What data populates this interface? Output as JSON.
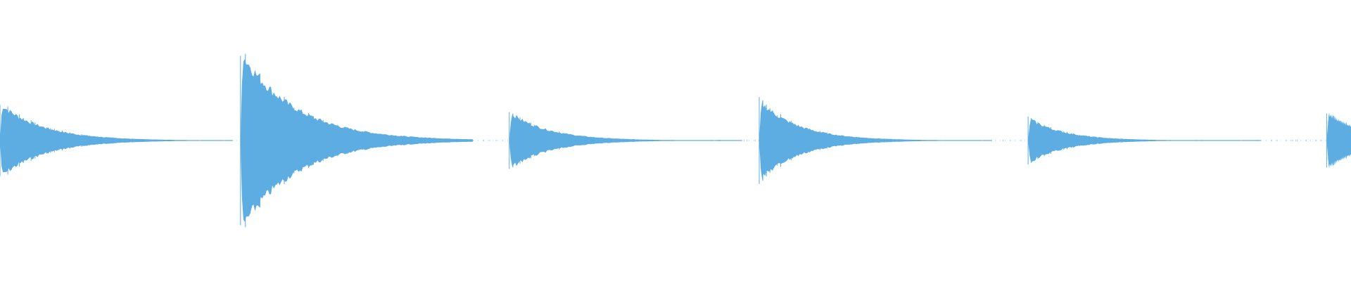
{
  "waveform": {
    "color": "#5dade2",
    "channels": 1,
    "hits": [
      {
        "time_ratio": 0.0,
        "peak": 0.26,
        "decay": 0.06
      },
      {
        "time_ratio": 0.178,
        "peak": 0.63,
        "decay": 0.075
      },
      {
        "time_ratio": 0.377,
        "peak": 0.2,
        "decay": 0.055
      },
      {
        "time_ratio": 0.562,
        "peak": 0.28,
        "decay": 0.055
      },
      {
        "time_ratio": 0.761,
        "peak": 0.16,
        "decay": 0.05
      },
      {
        "time_ratio": 0.982,
        "peak": 0.2,
        "decay": 0.05
      }
    ]
  }
}
